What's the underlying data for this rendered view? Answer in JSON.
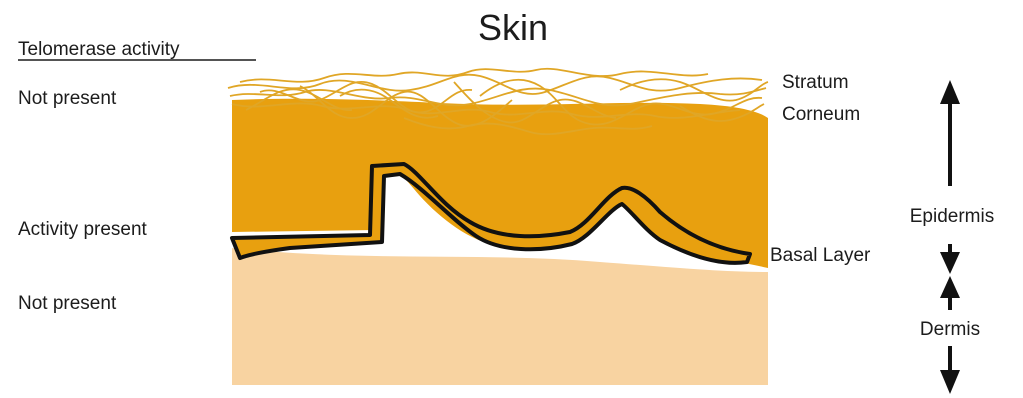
{
  "title": "Skin",
  "telomerase": {
    "heading": "Telomerase activity",
    "rows": [
      {
        "layer": "Stratum Corneum",
        "status": "Not present"
      },
      {
        "layer": "Basal Layer",
        "status": "Activity present"
      },
      {
        "layer": "Dermis",
        "status": "Not present"
      }
    ]
  },
  "layers": {
    "stratum_corneum": [
      "Stratum",
      "Corneum"
    ],
    "basal_layer": "Basal Layer"
  },
  "regions": {
    "epidermis": "Epidermis",
    "dermis": "Dermis"
  },
  "colors": {
    "epidermis_fill": "#e8a00f",
    "dermis_fill": "#f8d3a1",
    "fiber": "#e0a626",
    "outline": "#111111"
  }
}
